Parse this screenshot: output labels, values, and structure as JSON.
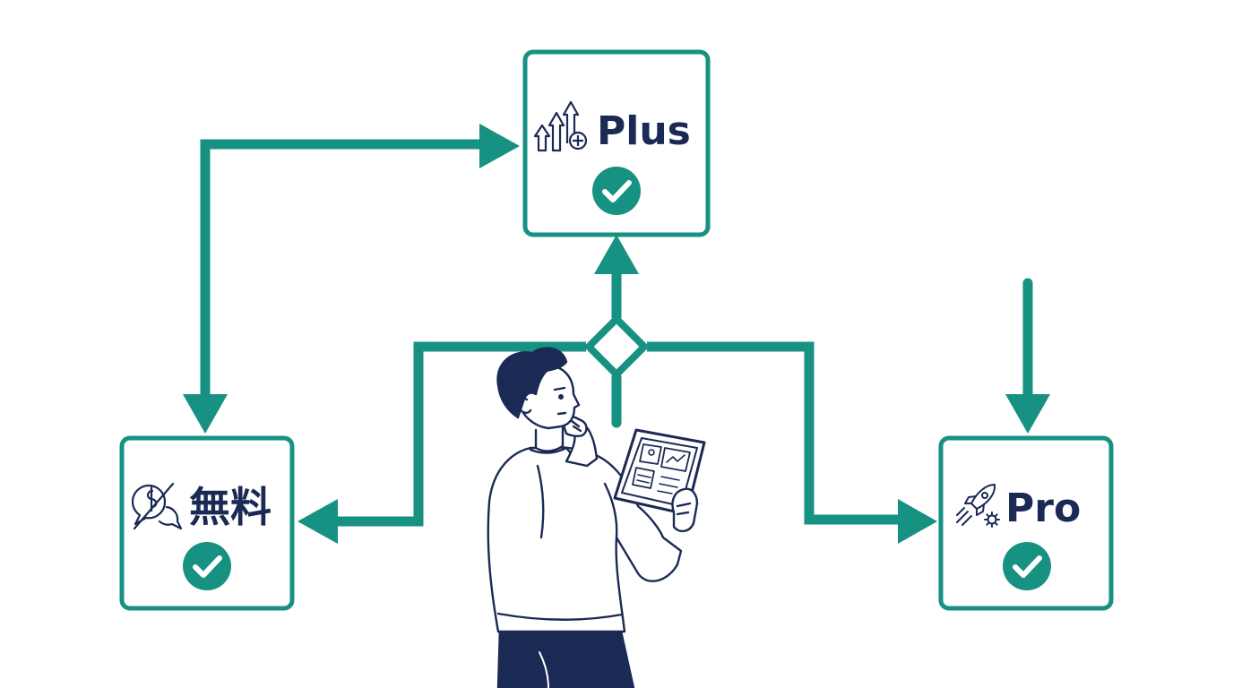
{
  "diagram": {
    "accent_color": "#179181",
    "ink_color": "#1b2a55",
    "nodes": {
      "free": {
        "label": "無料",
        "icon": "no-money-icon",
        "checked": true
      },
      "plus": {
        "label": "Plus",
        "icon": "growth-arrows-icon",
        "checked": true
      },
      "pro": {
        "label": "Pro",
        "icon": "rocket-gear-icon",
        "checked": true
      }
    },
    "decision": {
      "icon": "decision-diamond"
    },
    "illustration": {
      "subject": "thinking-person-with-tablet"
    }
  }
}
